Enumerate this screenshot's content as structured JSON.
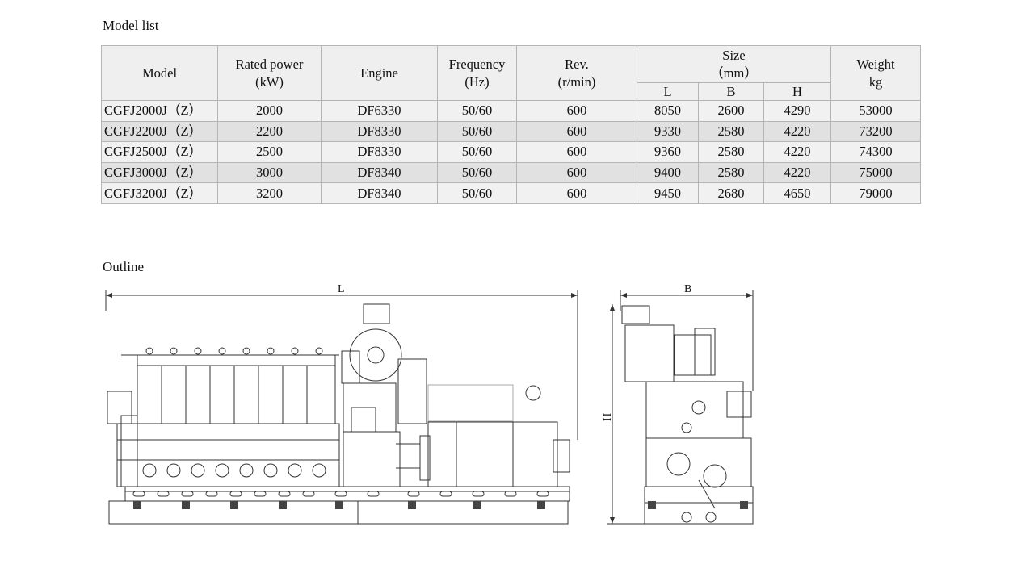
{
  "sections": {
    "model_list_title": "Model list",
    "outline_title": "Outline"
  },
  "table": {
    "headers": {
      "model": "Model",
      "rated_power": "Rated power",
      "rated_power_unit": "(kW)",
      "engine": "Engine",
      "frequency": "Frequency",
      "frequency_unit": "(Hz)",
      "rev": "Rev.",
      "rev_unit": "(r/min)",
      "size": "Size",
      "size_unit": "（mm）",
      "size_l": "L",
      "size_b": "B",
      "size_h": "H",
      "weight": "Weight",
      "weight_unit": "kg"
    },
    "rows": [
      {
        "model": "CGFJ2000J（Z）",
        "power": "2000",
        "engine": "DF6330",
        "freq": "50/60",
        "rev": "600",
        "l": "8050",
        "b": "2600",
        "h": "4290",
        "weight": "53000"
      },
      {
        "model": "CGFJ2200J（Z）",
        "power": "2200",
        "engine": "DF8330",
        "freq": "50/60",
        "rev": "600",
        "l": "9330",
        "b": "2580",
        "h": "4220",
        "weight": "73200"
      },
      {
        "model": "CGFJ2500J（Z）",
        "power": "2500",
        "engine": "DF8330",
        "freq": "50/60",
        "rev": "600",
        "l": "9360",
        "b": "2580",
        "h": "4220",
        "weight": "74300"
      },
      {
        "model": "CGFJ3000J（Z）",
        "power": "3000",
        "engine": "DF8340",
        "freq": "50/60",
        "rev": "600",
        "l": "9400",
        "b": "2580",
        "h": "4220",
        "weight": "75000"
      },
      {
        "model": "CGFJ3200J（Z）",
        "power": "3200",
        "engine": "DF8340",
        "freq": "50/60",
        "rev": "600",
        "l": "9450",
        "b": "2680",
        "h": "4650",
        "weight": "79000"
      }
    ]
  },
  "drawing": {
    "dim_l": "L",
    "dim_b": "B",
    "dim_h": "H",
    "line_color": "#333333"
  }
}
